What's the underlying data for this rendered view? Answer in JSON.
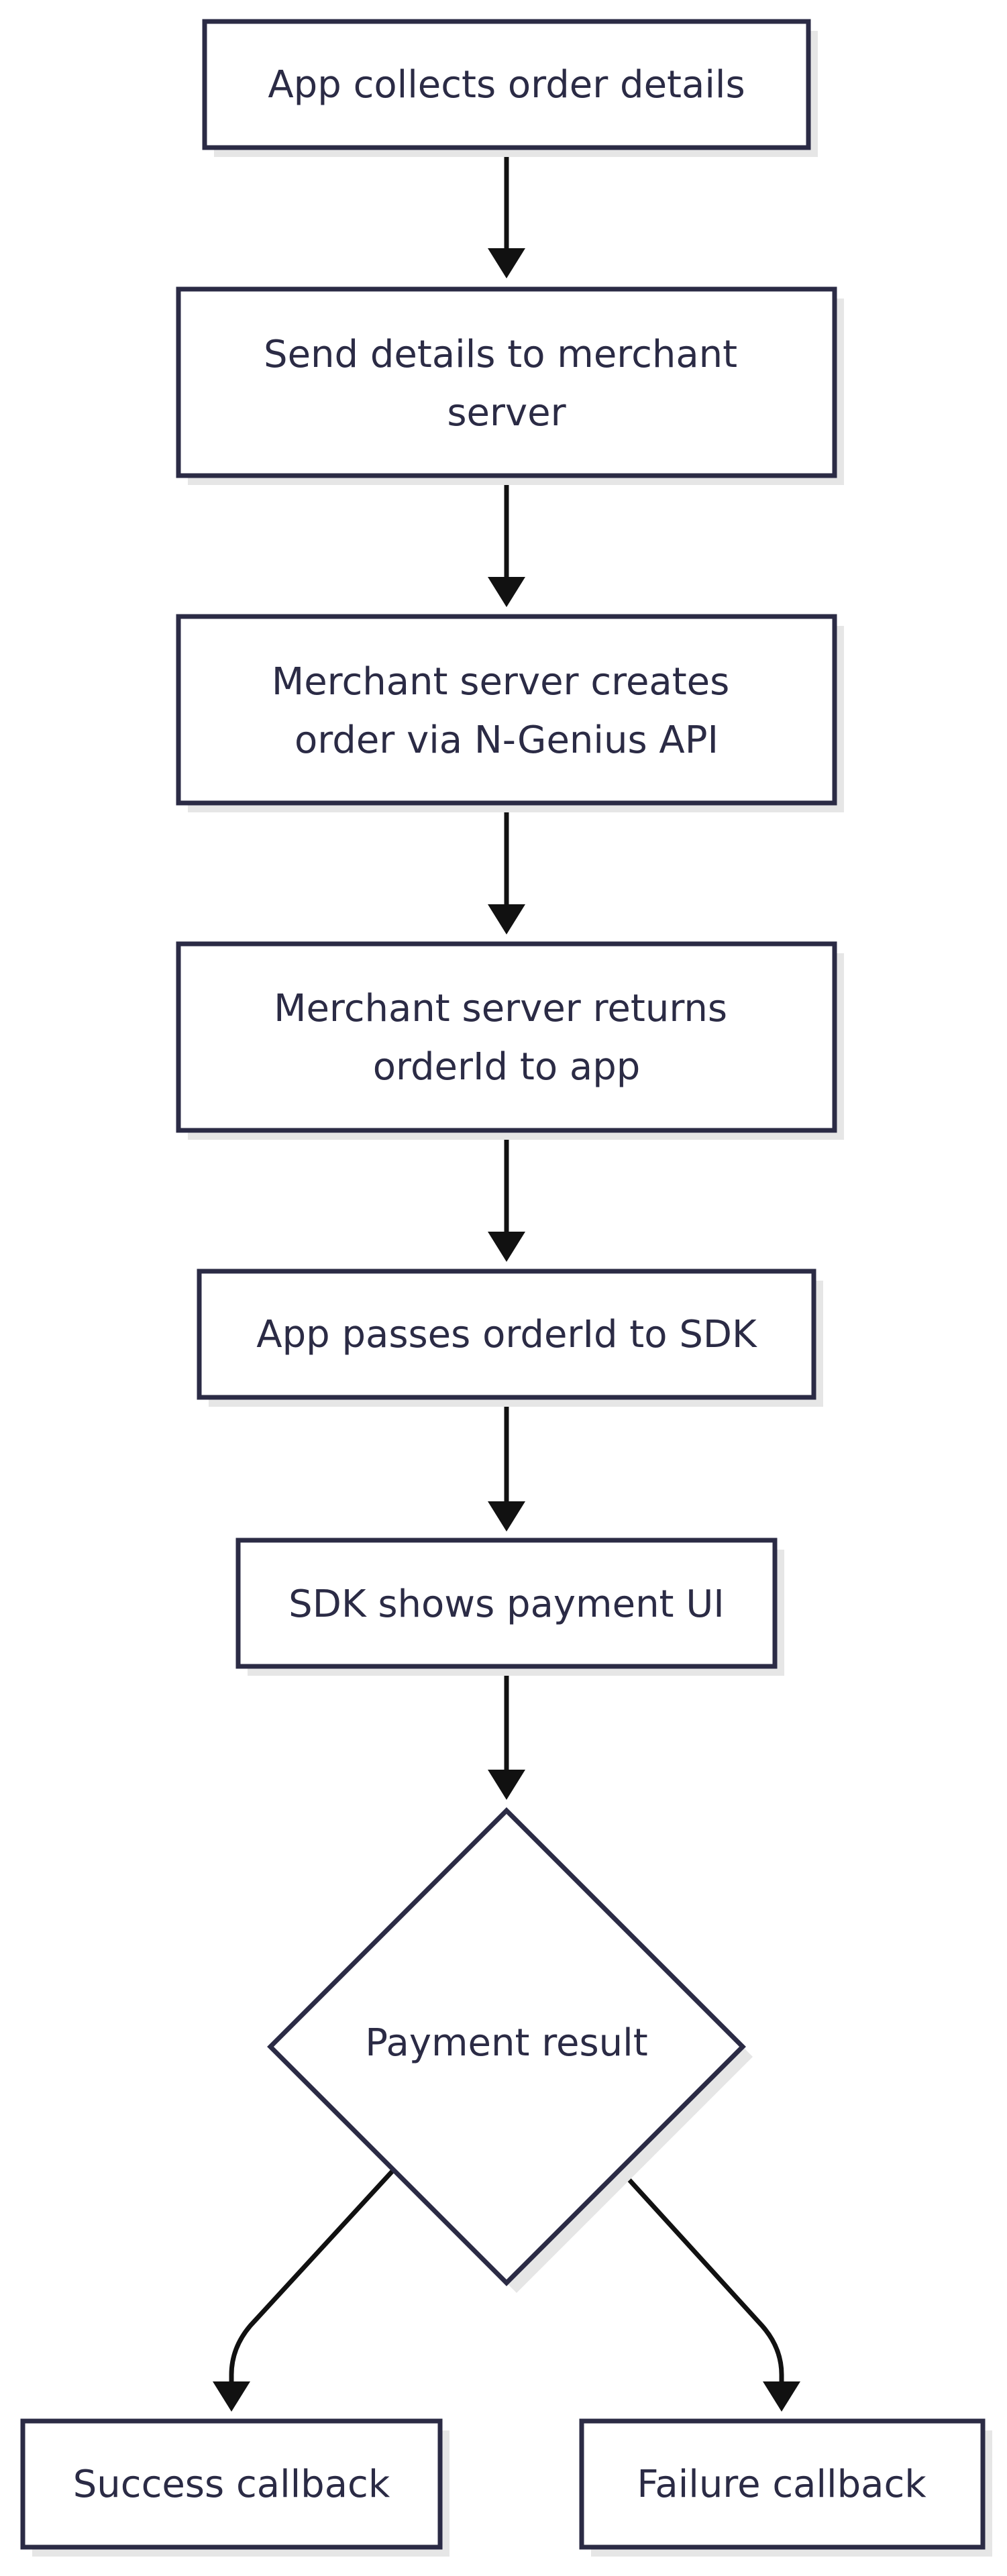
{
  "flowchart": {
    "nodes": {
      "collect": {
        "lines": [
          "App collects order details"
        ]
      },
      "send": {
        "lines": [
          "Send details to merchant",
          "server"
        ]
      },
      "create": {
        "lines": [
          "Merchant server creates",
          "order via N-Genius API"
        ]
      },
      "return": {
        "lines": [
          "Merchant server returns",
          "orderId to app"
        ]
      },
      "pass": {
        "lines": [
          "App passes orderId to SDK"
        ]
      },
      "show": {
        "lines": [
          "SDK shows payment UI"
        ]
      },
      "decision": {
        "lines": [
          "Payment result"
        ]
      },
      "success": {
        "lines": [
          "Success callback"
        ]
      },
      "failure": {
        "lines": [
          "Failure callback"
        ]
      }
    },
    "edges": [
      {
        "from": "collect",
        "to": "send"
      },
      {
        "from": "send",
        "to": "create"
      },
      {
        "from": "create",
        "to": "return"
      },
      {
        "from": "return",
        "to": "pass"
      },
      {
        "from": "pass",
        "to": "show"
      },
      {
        "from": "show",
        "to": "decision"
      },
      {
        "from": "decision",
        "to": "success"
      },
      {
        "from": "decision",
        "to": "failure"
      }
    ],
    "colors": {
      "stroke": "#2b2b45",
      "text": "#2b2b45",
      "fill": "#ffffff",
      "shadow": "#e6e6e6",
      "arrow": "#111111"
    }
  }
}
